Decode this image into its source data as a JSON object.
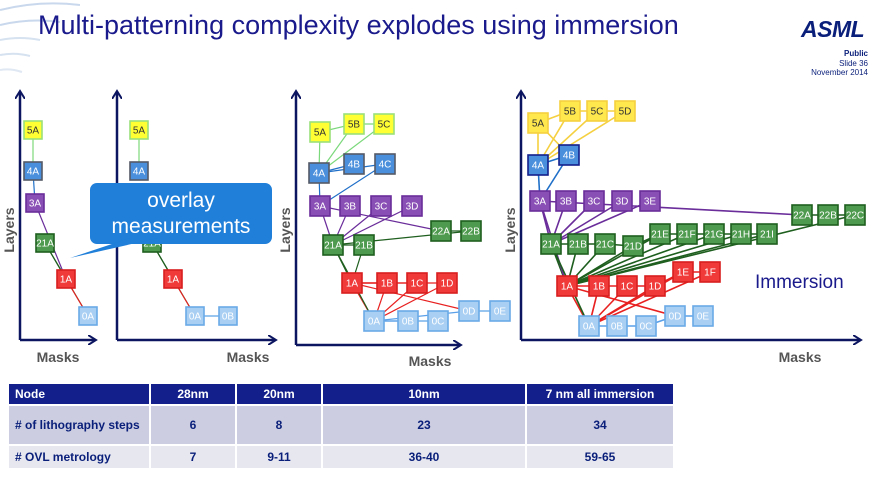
{
  "slide": {
    "title": "Multi-patterning complexity explodes using immersion",
    "logo": "ASML",
    "classification": "Public",
    "slide_number": "Slide 36",
    "date": "November 2014"
  },
  "callout": {
    "line1": "overlay",
    "line2": "measurements"
  },
  "immersion_label": "Immersion",
  "axes": {
    "x_label": "Masks",
    "y_label": "Layers"
  },
  "colors": {
    "layer5": "#ffff33",
    "layer5_border": "#99e07a",
    "layer5_imm": "#ffe84d",
    "layer5_imm_border": "#f5d040",
    "layer4": "#4a8fdc",
    "layer4_border": "#555a66",
    "layer3": "#8a4fb5",
    "layer3_border": "#6a2d9a",
    "layer2": "#4e9a4e",
    "layer2_border": "#1e5e1e",
    "layer1": "#f03a3a",
    "layer1_border": "#d81e1e",
    "layer0": "#a9cff3",
    "layer0_border": "#6aaae8",
    "title": "#1a1a8c",
    "header": "#13208c"
  },
  "diagrams": [
    {
      "name": "28nm",
      "nodes": [
        "5A",
        "4A",
        "3A",
        "21A",
        "1A",
        "0A"
      ]
    },
    {
      "name": "20nm",
      "nodes": [
        "5A",
        "4A",
        "21A",
        "1A",
        "0A",
        "0B"
      ]
    },
    {
      "name": "10nm",
      "nodes": [
        "5A",
        "5B",
        "5C",
        "4A",
        "4B",
        "4C",
        "3A",
        "3B",
        "3C",
        "3D",
        "22A",
        "22B",
        "21A",
        "21B",
        "1A",
        "1B",
        "1C",
        "1D",
        "0A",
        "0B",
        "0C",
        "0D",
        "0E"
      ]
    },
    {
      "name": "7nm immersion",
      "nodes": [
        "5A",
        "5B",
        "5C",
        "5D",
        "4A",
        "4B",
        "3A",
        "3B",
        "3C",
        "3D",
        "3E",
        "22A",
        "22B",
        "22C",
        "21A",
        "21B",
        "21C",
        "21D",
        "21E",
        "21F",
        "21G",
        "21H",
        "21I",
        "1A",
        "1B",
        "1C",
        "1D",
        "1E",
        "1F",
        "0A",
        "0B",
        "0C",
        "0D",
        "0E"
      ]
    }
  ],
  "table": {
    "headers": [
      "Node",
      "28nm",
      "20nm",
      "10nm",
      "7 nm all immersion"
    ],
    "rows": [
      [
        "# of lithography steps",
        "6",
        "8",
        "23",
        "34"
      ],
      [
        "# OVL metrology",
        "7",
        "9-11",
        "36-40",
        "59-65"
      ]
    ]
  }
}
